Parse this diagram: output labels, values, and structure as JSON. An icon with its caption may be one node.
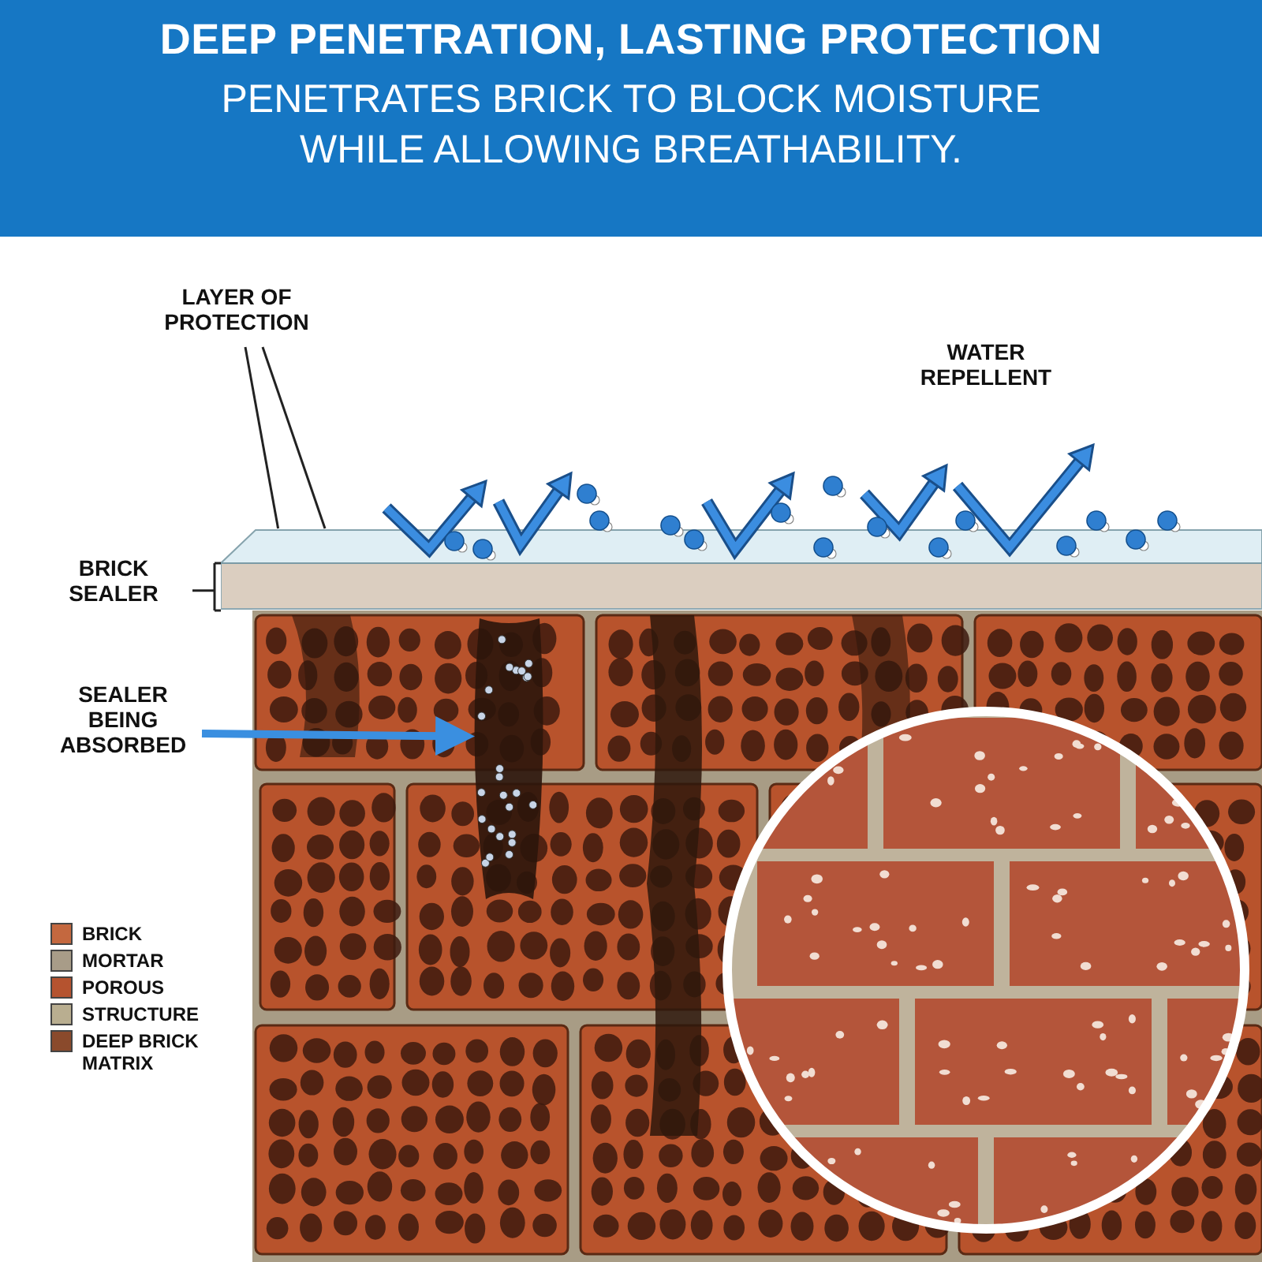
{
  "diagram": {
    "title": "DEEP PENETRATION, LASTING PROTECTION",
    "nodes": [
      {
        "text": [
          "LAYER OF PROTECTION"
        ]
      },
      {
        "text": [],
        "shape": "bar"
      },
      {
        "text": [
          "BRICK SEALER"
        ]
      },
      {
        "text": [
          "SEALER BEING ABSORBED"
        ]
      },
      {
        "text": [],
        "shape": "bar"
      }
    ],
    "edges": [
      {
        "from": 0,
        "to": 1,
        "arrow": "none"
      },
      {
        "from": 0,
        "to": 1,
        "arrow": "none"
      },
      {
        "from": 2,
        "to": 1,
        "arrow": "none"
      },
      {
        "from": 3,
        "to": 4,
        "arrow": "to",
        "style": "thick",
        "color": "#3a8fe0"
      }
    ],
    "labels": [
      "PENETRATES BRICK TO BLOCK MOISTURE WHILE ALLOWING BREATHABILITY.",
      "WATER REPELLENT"
    ],
    "legend": [
      {
        "text": "BRICK",
        "color": "#c4683f"
      },
      {
        "text": "MORTAR",
        "color": "#a89c88"
      },
      {
        "text": "POROUS",
        "color": "#b5532f"
      },
      {
        "text": "STRUCTURE",
        "color": "#b9ae90"
      },
      {
        "text": "DEEP BRICK MATRIX",
        "color": "#8a4a2c"
      }
    ]
  }
}
